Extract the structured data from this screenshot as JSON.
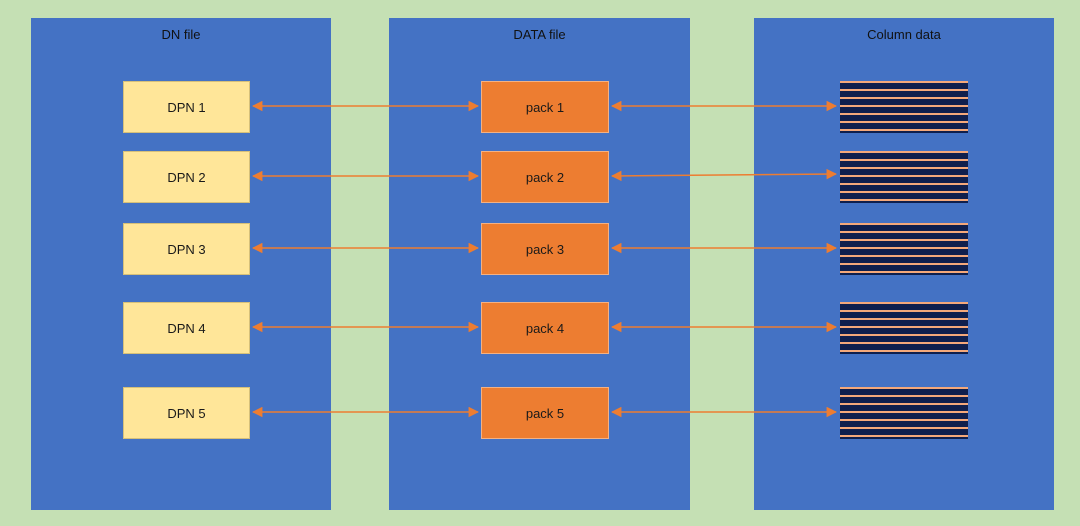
{
  "panels": {
    "dn": {
      "title": "DN file"
    },
    "data": {
      "title": "DATA file"
    },
    "column": {
      "title": "Column data"
    }
  },
  "rows": [
    {
      "dpn": "DPN 1",
      "pack": "pack 1"
    },
    {
      "dpn": "DPN 2",
      "pack": "pack 2"
    },
    {
      "dpn": "DPN 3",
      "pack": "pack 3"
    },
    {
      "dpn": "DPN 4",
      "pack": "pack 4"
    },
    {
      "dpn": "DPN 5",
      "pack": "pack 5"
    }
  ],
  "colors": {
    "background": "#c5e0b4",
    "panel": "#4472c4",
    "dpn_box": "#ffe699",
    "pack_box": "#ed7d31",
    "arrow": "#ed7d31",
    "column_dark": "#0f1f4d",
    "column_stripe": "#f4a87a"
  }
}
